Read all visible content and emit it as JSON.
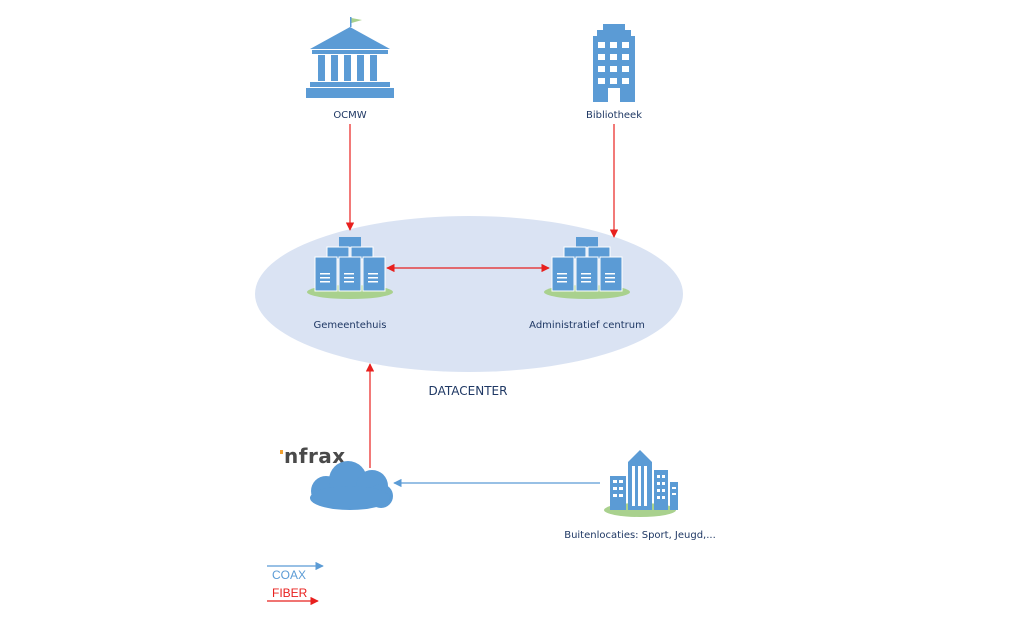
{
  "colors": {
    "coax": "#5b9bd5",
    "fiber": "#e8201e",
    "icon": "#5b9bd5",
    "iconLight": "#ffffff",
    "grass": "#a9d18e",
    "datacenter": "#dae3f3",
    "text": "#1f3864",
    "brandAccent": "#f0a030"
  },
  "nodes": {
    "ocmw": {
      "label": "OCMW",
      "icon": "government-building-icon"
    },
    "bibliotheek": {
      "label": "Bibliotheek",
      "icon": "office-building-icon"
    },
    "gemeentehuis": {
      "label": "Gemeentehuis",
      "icon": "server-cluster-icon"
    },
    "administratief": {
      "label": "Administratief centrum",
      "icon": "server-cluster-icon"
    },
    "buitenlocaties": {
      "label": "Buitenlocaties: Sport, Jeugd,...",
      "icon": "city-buildings-icon"
    },
    "infrax": {
      "label": "nfrax",
      "icon": "cloud-icon"
    }
  },
  "datacenter": {
    "label": "DATACENTER"
  },
  "legend": {
    "coax": {
      "label": "COAX"
    },
    "fiber": {
      "label": "FIBER"
    }
  },
  "edges": [
    {
      "from": "ocmw",
      "to": "gemeentehuis",
      "type": "fiber"
    },
    {
      "from": "bibliotheek",
      "to": "administratief",
      "type": "fiber"
    },
    {
      "from": "gemeentehuis",
      "to": "administratief",
      "type": "fiber",
      "bidirectional": true
    },
    {
      "from": "infrax",
      "to": "gemeentehuis",
      "type": "fiber"
    },
    {
      "from": "buitenlocaties",
      "to": "infrax",
      "type": "coax"
    }
  ]
}
